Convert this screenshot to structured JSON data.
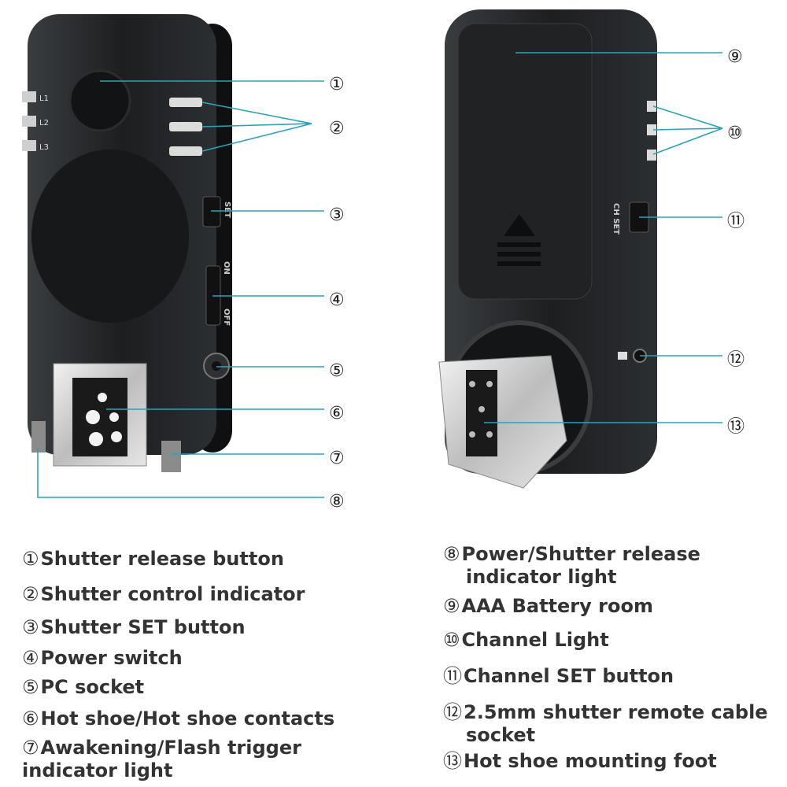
{
  "callouts": {
    "n1": "①",
    "n2": "②",
    "n3": "③",
    "n4": "④",
    "n5": "⑤",
    "n6": "⑥",
    "n7": "⑦",
    "n8": "⑧",
    "n9": "⑨",
    "n10": "⑩",
    "n11": "⑪",
    "n12": "⑫",
    "n13": "⑬"
  },
  "device_labels": {
    "l1": "L1",
    "l2": "L2",
    "l3": "L3",
    "set": "SET",
    "on": "ON",
    "off": "OFF",
    "ch_set": "CH SET"
  },
  "legend": [
    {
      "num": "①",
      "text": "Shutter release button"
    },
    {
      "num": "②",
      "text": "Shutter control indicator"
    },
    {
      "num": "③",
      "text": "Shutter SET button"
    },
    {
      "num": "④",
      "text": "Power switch"
    },
    {
      "num": "⑤",
      "text": "PC socket"
    },
    {
      "num": "⑥",
      "text": "Hot shoe/Hot shoe contacts"
    },
    {
      "num": "⑦",
      "text": "Awakening/Flash trigger",
      "text2": "indicator light"
    },
    {
      "num": "⑧",
      "text": "Power/Shutter release",
      "text2": "indicator light"
    },
    {
      "num": "⑨",
      "text": "AAA Battery room"
    },
    {
      "num": "⑩",
      "text": "Channel Light"
    },
    {
      "num": "⑪",
      "text": "Channel SET button"
    },
    {
      "num": "⑫",
      "text": "2.5mm shutter remote cable",
      "text2": "socket"
    },
    {
      "num": "⑬",
      "text": "Hot shoe mounting foot"
    }
  ],
  "colors": {
    "leader": "#2aa3b8",
    "device_body": "#1d1f21",
    "text": "#333333"
  }
}
